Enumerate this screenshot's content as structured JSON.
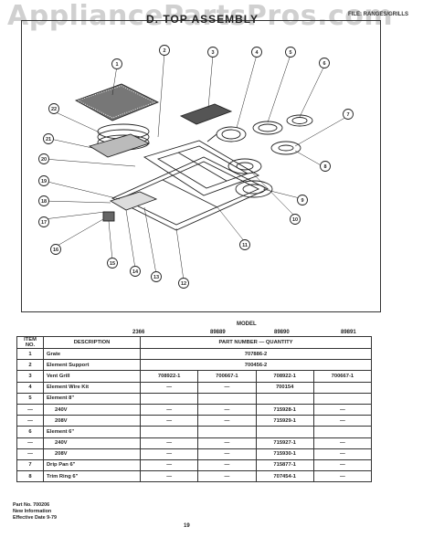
{
  "watermark": "AppliancePartsPros.com",
  "file_label": "FILE: RANGES/GRILLS",
  "title": "D. TOP ASSEMBLY",
  "callouts": [
    "1",
    "2",
    "3",
    "4",
    "5",
    "6",
    "7",
    "8",
    "9",
    "10",
    "11",
    "12",
    "13",
    "14",
    "15",
    "16",
    "17",
    "18",
    "19",
    "20",
    "21",
    "22"
  ],
  "model_header": "MODEL",
  "models": [
    "2366",
    "89889",
    "89890",
    "89891"
  ],
  "table": {
    "header_item": "ITEM NO.",
    "header_desc": "DESCRIPTION",
    "header_part": "PART NUMBER — QUANTITY",
    "rows": [
      {
        "item": "1",
        "desc": "Grate",
        "span": "707886-2"
      },
      {
        "item": "2",
        "desc": "Element Support",
        "span": "700456-2"
      },
      {
        "item": "3",
        "desc": "Vent Grill",
        "cells": [
          "708922-1",
          "700667-1",
          "708922-1",
          "700667-1"
        ]
      },
      {
        "item": "4",
        "desc": "Element Wire Kit",
        "cells": [
          "—",
          "—",
          "700154",
          ""
        ]
      },
      {
        "item": "5",
        "desc": "Element 8\"",
        "cells": [
          "",
          "",
          "",
          ""
        ]
      },
      {
        "item": "—",
        "desc": "240V",
        "cells": [
          "—",
          "—",
          "715928-1",
          "—"
        ]
      },
      {
        "item": "—",
        "desc": "208V",
        "cells": [
          "—",
          "—",
          "715929-1",
          "—"
        ]
      },
      {
        "item": "6",
        "desc": "Element 6\"",
        "cells": [
          "",
          "",
          "",
          ""
        ]
      },
      {
        "item": "—",
        "desc": "240V",
        "cells": [
          "—",
          "—",
          "715927-1",
          "—"
        ]
      },
      {
        "item": "—",
        "desc": "208V",
        "cells": [
          "—",
          "—",
          "715930-1",
          "—"
        ]
      },
      {
        "item": "7",
        "desc": "Drip Pan 6\"",
        "cells": [
          "—",
          "—",
          "715877-1",
          "—"
        ]
      },
      {
        "item": "8",
        "desc": "Trim Ring 6\"",
        "cells": [
          "—",
          "—",
          "707454-1",
          "—"
        ]
      }
    ]
  },
  "footer": {
    "line1": "Part No. 700206",
    "line2": "New Information",
    "line3": "Effective Date 9-79"
  },
  "page_number": "19"
}
